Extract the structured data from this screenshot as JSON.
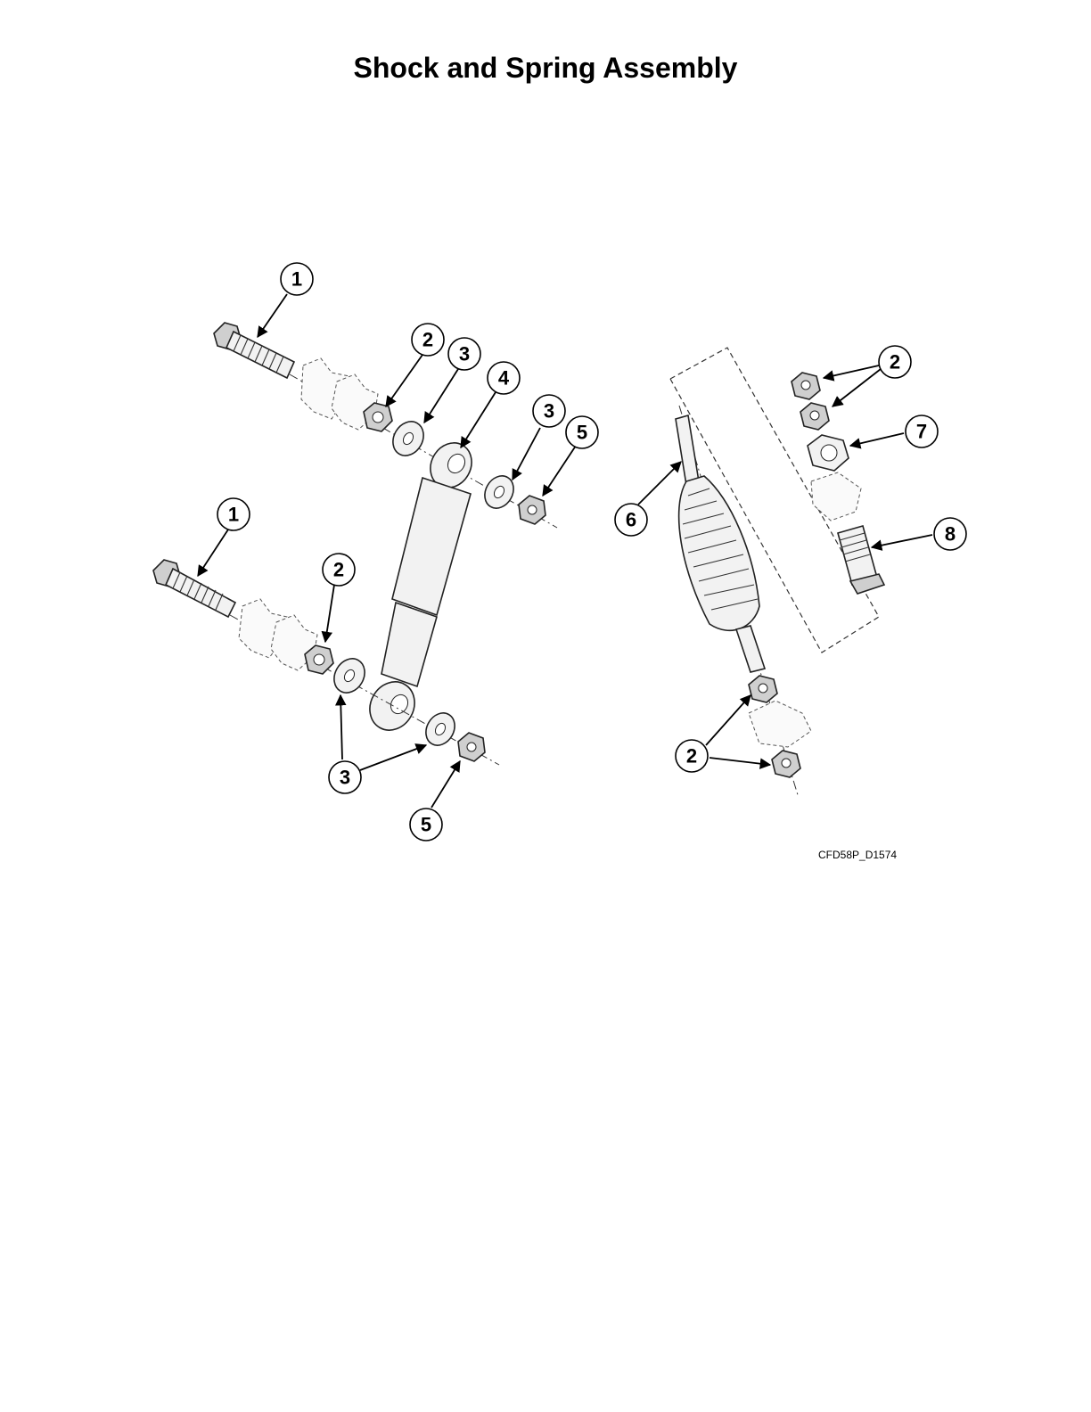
{
  "title": "Shock and Spring Assembly",
  "figure_id": "CFD58P_D1574",
  "callouts": {
    "c1a": "1",
    "c1b": "1",
    "c2a": "2",
    "c2b": "2",
    "c2c": "2",
    "c2d": "2",
    "c3a": "3",
    "c3b": "3",
    "c3c": "3",
    "c4": "4",
    "c5a": "5",
    "c5b": "5",
    "c6": "6",
    "c7": "7",
    "c8": "8"
  }
}
